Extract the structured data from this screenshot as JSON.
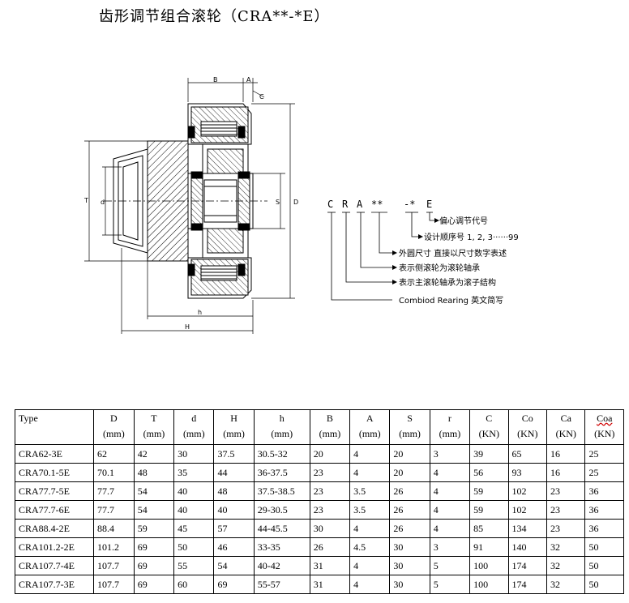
{
  "title": "齿形调节组合滚轮（CRA**-*E）",
  "drawing": {
    "dims": {
      "B": "B",
      "A": "A",
      "C": "C",
      "T": "T",
      "d": "d",
      "S": "S",
      "D": "D",
      "h": "h",
      "H": "H"
    }
  },
  "code": {
    "letters": [
      "C",
      "R",
      "A",
      "**",
      "-*",
      "E"
    ],
    "lines": [
      "偏心调节代号",
      "设计顺序号 1, 2, 3······99",
      "外圆尺寸 直接以尺寸数字表述",
      "表示侧滚轮为滚轮轴承",
      "表示主滚轮轴承为滚子结构",
      "Combiod Rearing 英文简写"
    ]
  },
  "table": {
    "headers": [
      {
        "name": "Type",
        "unit": ""
      },
      {
        "name": "D",
        "unit": "(mm)"
      },
      {
        "name": "T",
        "unit": "(mm)"
      },
      {
        "name": "d",
        "unit": "(mm)"
      },
      {
        "name": "H",
        "unit": "(mm)"
      },
      {
        "name": "h",
        "unit": "(mm)"
      },
      {
        "name": "B",
        "unit": "(mm)"
      },
      {
        "name": "A",
        "unit": "(mm)"
      },
      {
        "name": "S",
        "unit": "(mm)"
      },
      {
        "name": "r",
        "unit": "(mm)"
      },
      {
        "name": "C",
        "unit": "(KN)"
      },
      {
        "name": "Co",
        "unit": "(KN)"
      },
      {
        "name": "Ca",
        "unit": "(KN)"
      },
      {
        "name": "Coa",
        "unit": "(KN)"
      }
    ],
    "rows": [
      [
        "CRA62-3E",
        "62",
        "42",
        "30",
        "37.5",
        "30.5-32",
        "20",
        "4",
        "20",
        "3",
        "39",
        "65",
        "16",
        "25"
      ],
      [
        "CRA70.1-5E",
        "70.1",
        "48",
        "35",
        "44",
        "36-37.5",
        "23",
        "4",
        "20",
        "4",
        "56",
        "93",
        "16",
        "25"
      ],
      [
        "CRA77.7-5E",
        "77.7",
        "54",
        "40",
        "48",
        "37.5-38.5",
        "23",
        "3.5",
        "26",
        "4",
        "59",
        "102",
        "23",
        "36"
      ],
      [
        "CRA77.7-6E",
        "77.7",
        "54",
        "40",
        "40",
        "29-30.5",
        "23",
        "3.5",
        "26",
        "4",
        "59",
        "102",
        "23",
        "36"
      ],
      [
        "CRA88.4-2E",
        "88.4",
        "59",
        "45",
        "57",
        "44-45.5",
        "30",
        "4",
        "26",
        "4",
        "85",
        "134",
        "23",
        "36"
      ],
      [
        "CRA101.2-2E",
        "101.2",
        "69",
        "50",
        "46",
        "33-35",
        "26",
        "4.5",
        "30",
        "3",
        "91",
        "140",
        "32",
        "50"
      ],
      [
        "CRA107.7-4E",
        "107.7",
        "69",
        "55",
        "54",
        "40-42",
        "31",
        "4",
        "30",
        "5",
        "100",
        "174",
        "32",
        "50"
      ],
      [
        "CRA107.7-3E",
        "107.7",
        "69",
        "60",
        "69",
        "55-57",
        "31",
        "4",
        "30",
        "5",
        "100",
        "174",
        "32",
        "50"
      ]
    ]
  }
}
